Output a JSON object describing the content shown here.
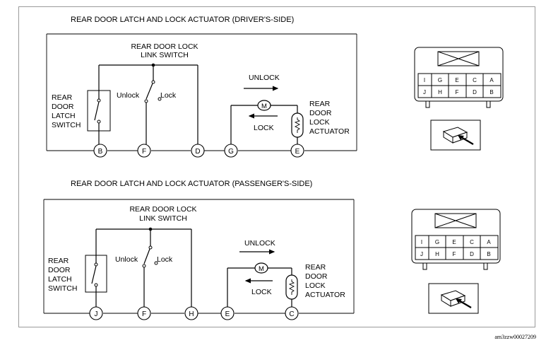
{
  "diagrams": [
    {
      "title": "REAR DOOR LATCH AND LOCK ACTUATOR (DRIVER'S-SIDE)",
      "link_switch_label": [
        "REAR DOOR LOCK",
        "LINK SWITCH"
      ],
      "latch_switch_label": [
        "REAR",
        "DOOR",
        "LATCH",
        "SWITCH"
      ],
      "unlock_label": "Unlock",
      "lock_label": "Lock",
      "actuator_unlock_label": "UNLOCK",
      "actuator_lock_label": "LOCK",
      "motor_label": "M",
      "actuator_label": [
        "REAR",
        "DOOR",
        "LOCK",
        "ACTUATOR"
      ],
      "pins": [
        "B",
        "F",
        "D",
        "G",
        "E"
      ]
    },
    {
      "title": "REAR DOOR LATCH AND LOCK ACTUATOR (PASSENGER'S-SIDE)",
      "link_switch_label": [
        "REAR DOOR LOCK",
        "LINK SWITCH"
      ],
      "latch_switch_label": [
        "REAR",
        "DOOR",
        "LATCH",
        "SWITCH"
      ],
      "unlock_label": "Unlock",
      "lock_label": "Lock",
      "actuator_unlock_label": "UNLOCK",
      "actuator_lock_label": "LOCK",
      "motor_label": "M",
      "actuator_label": [
        "REAR",
        "DOOR",
        "LOCK",
        "ACTUATOR"
      ],
      "pins": [
        "J",
        "F",
        "H",
        "E",
        "C"
      ]
    }
  ],
  "connector": {
    "top_row": [
      "I",
      "G",
      "E",
      "C",
      "A"
    ],
    "bottom_row": [
      "J",
      "H",
      "F",
      "D",
      "B"
    ]
  },
  "doc_code": "am3zzw00027209"
}
